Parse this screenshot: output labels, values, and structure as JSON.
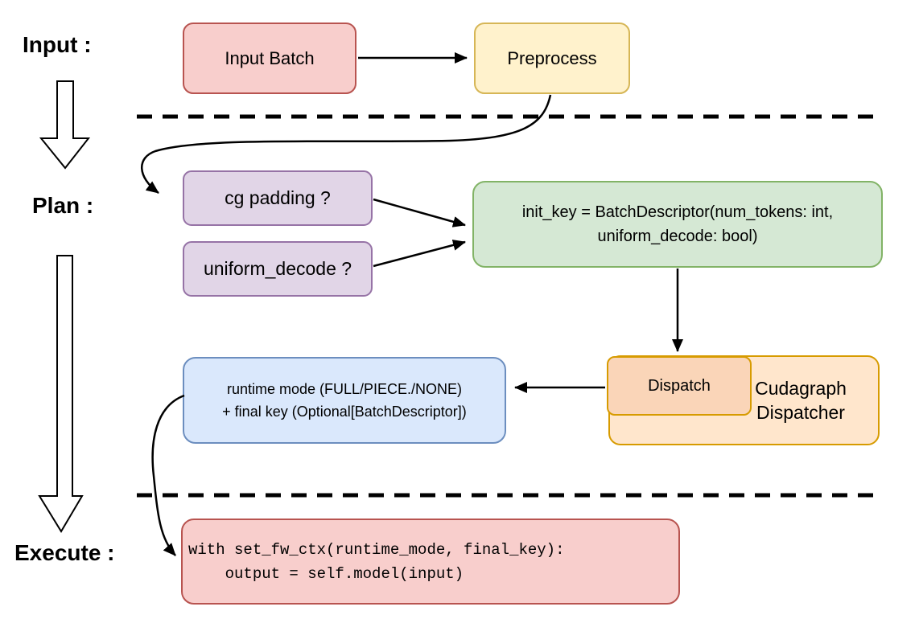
{
  "stages": {
    "input": {
      "label": "Input :"
    },
    "plan": {
      "label": "Plan :"
    },
    "execute": {
      "label": "Execute :"
    }
  },
  "nodes": {
    "input_batch": {
      "label": "Input Batch",
      "fill": "#F8CECC",
      "stroke": "#B85450"
    },
    "preprocess": {
      "label": "Preprocess",
      "fill": "#FFF2CC",
      "stroke": "#D6B656"
    },
    "cg_padding": {
      "label": "cg padding ?",
      "fill": "#E1D5E7",
      "stroke": "#9673A6"
    },
    "uniform_decode": {
      "label": "uniform_decode ?",
      "fill": "#E1D5E7",
      "stroke": "#9673A6"
    },
    "init_key": {
      "line1": "init_key = BatchDescriptor(num_tokens: int,",
      "line2": "uniform_decode: bool)",
      "fill": "#D5E8D4",
      "stroke": "#82B366"
    },
    "dispatch": {
      "label": "Dispatch",
      "fill": "#FAD5B8",
      "stroke": "#D79B00"
    },
    "cudagraph_dispatcher": {
      "label": "Cudagraph Dispatcher",
      "fill": "#FFE6CC",
      "stroke": "#D79B00"
    },
    "runtime_output": {
      "line1": "runtime mode (FULL/PIECE./NONE)",
      "line2": "+ final key (Optional[BatchDescriptor])",
      "fill": "#DAE8FC",
      "stroke": "#6C8EBF"
    },
    "execute_code": {
      "line1": "with set_fw_ctx(runtime_mode, final_key):",
      "line2": "    output = self.model(input)",
      "fill": "#F8CECC",
      "stroke": "#B85450"
    }
  },
  "edges": [
    {
      "from": "input_batch",
      "to": "preprocess"
    },
    {
      "from": "preprocess",
      "to": "cg_padding"
    },
    {
      "from": "cg_padding",
      "to": "init_key"
    },
    {
      "from": "uniform_decode",
      "to": "init_key"
    },
    {
      "from": "init_key",
      "to": "dispatch"
    },
    {
      "from": "dispatch",
      "to": "runtime_output"
    },
    {
      "from": "runtime_output",
      "to": "execute_code"
    }
  ],
  "colors": {
    "connector": "#000000",
    "separator": "#000000",
    "background": "#FFFFFF",
    "label_text": "#000000"
  }
}
